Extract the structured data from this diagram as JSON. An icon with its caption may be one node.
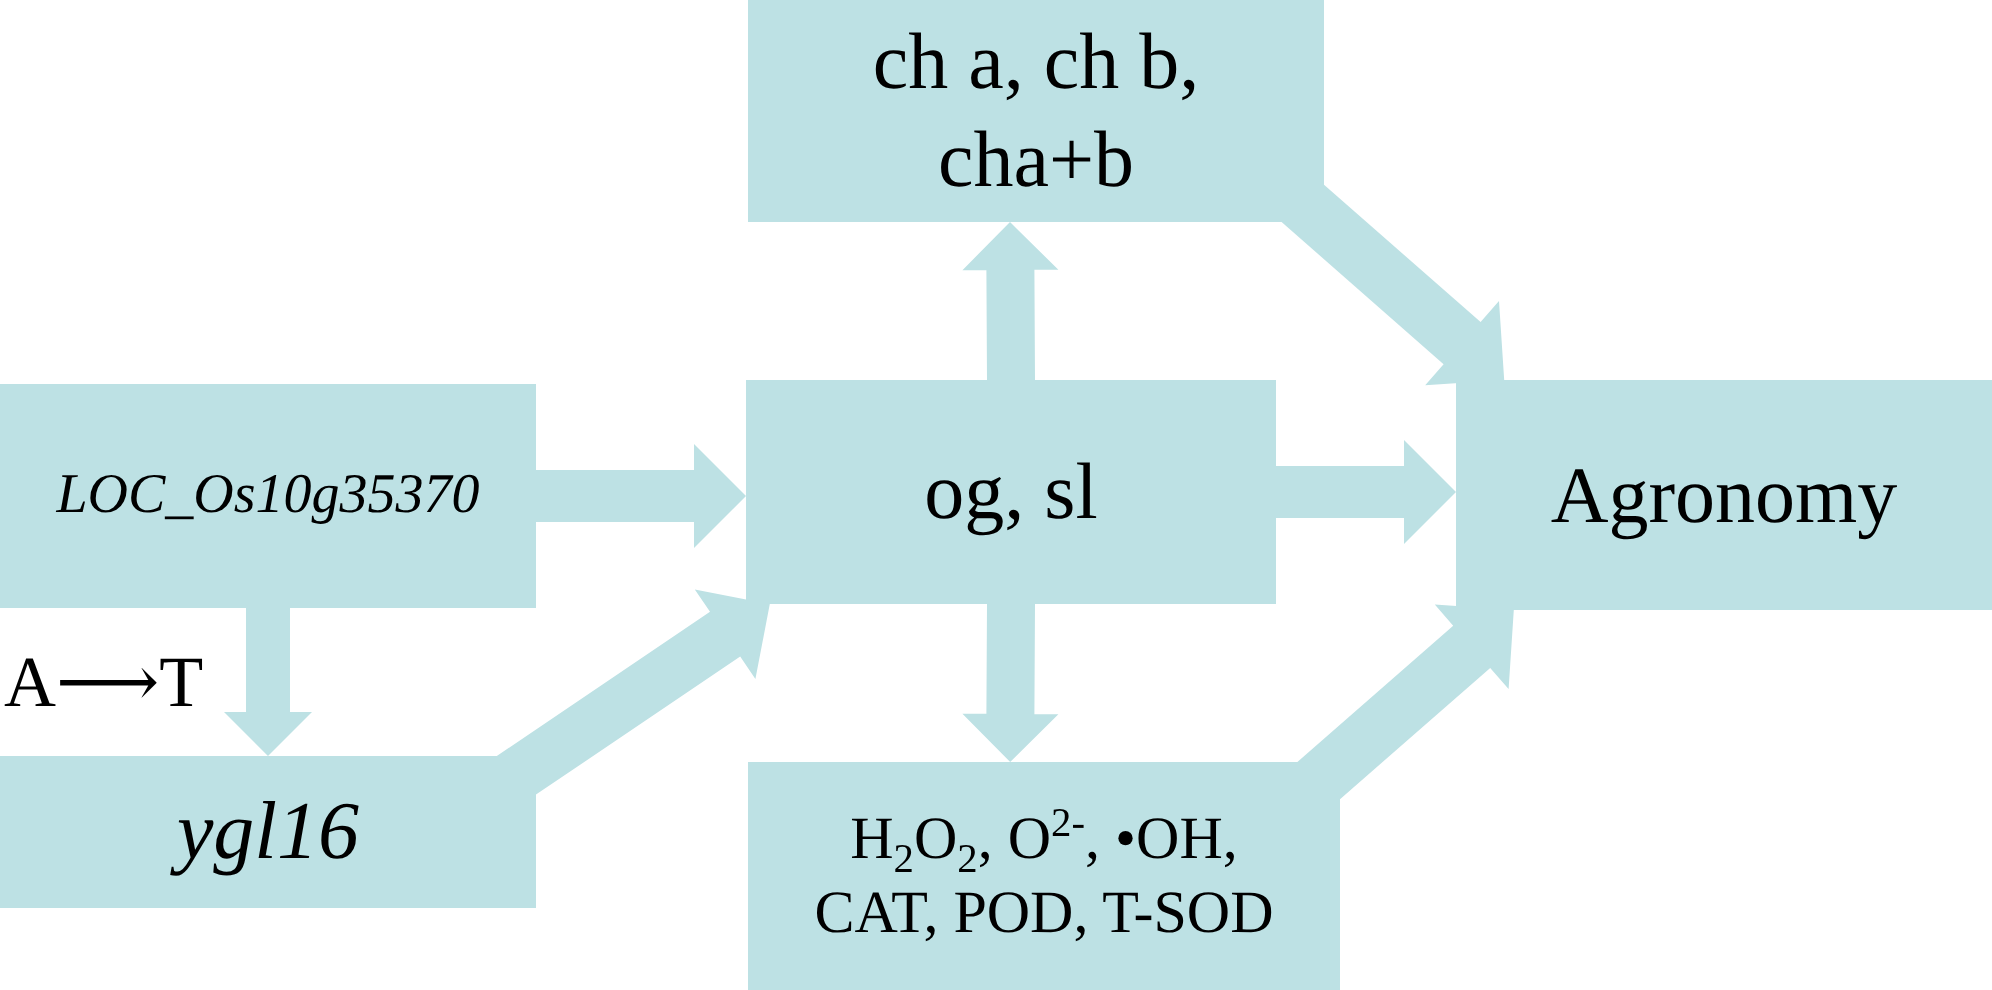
{
  "diagram": {
    "nodes": [
      {
        "text": [
          "LOC_Os10g35370"
        ]
      },
      {
        "text": [
          "ygl16"
        ]
      },
      {
        "text": [
          "og, sl"
        ]
      },
      {
        "text": [
          "ch a, ch b, cha+b"
        ]
      },
      {
        "text": [
          "H$_{2}$O$_{2}$, O$^{2-}$, •OH, CAT, POD, T-SOD"
        ]
      },
      {
        "text": [
          "Agronomy"
        ]
      }
    ],
    "edges": [
      {
        "from": 0,
        "to": 2,
        "arrow": "to"
      },
      {
        "from": 0,
        "to": 1,
        "arrow": "to",
        "label": "A⟶T"
      },
      {
        "from": 1,
        "to": 2,
        "arrow": "to"
      },
      {
        "from": 2,
        "to": 3,
        "arrow": "to"
      },
      {
        "from": 2,
        "to": 4,
        "arrow": "to"
      },
      {
        "from": 2,
        "to": 5,
        "arrow": "to"
      },
      {
        "from": 3,
        "to": 5,
        "arrow": "to"
      },
      {
        "from": 4,
        "to": 5,
        "arrow": "to"
      }
    ]
  }
}
